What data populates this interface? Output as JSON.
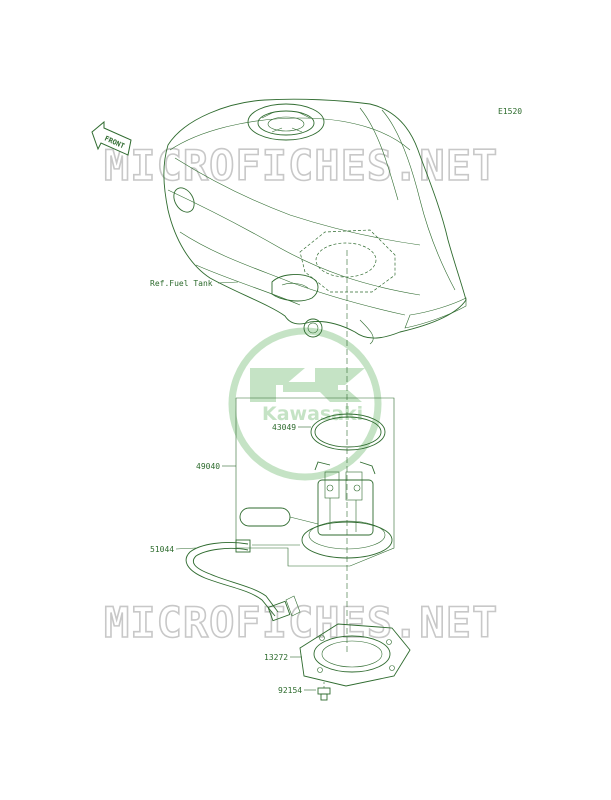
{
  "diagram_code": "E1520",
  "front_arrow_label": "FRONT",
  "watermark_text": "MICROFICHES.NET",
  "logo_text": "Kawasaki",
  "colors": {
    "line": "#2f6b2f",
    "label": "#2d6b2d",
    "watermark": "#c8c8c8",
    "logo": "#bfe0bf"
  },
  "callouts": {
    "ref_fuel_tank": "Ref.Fuel Tank",
    "p43049": "43049",
    "p49040": "49040",
    "p51044": "51044",
    "p13272": "13272",
    "p92154": "92154"
  }
}
